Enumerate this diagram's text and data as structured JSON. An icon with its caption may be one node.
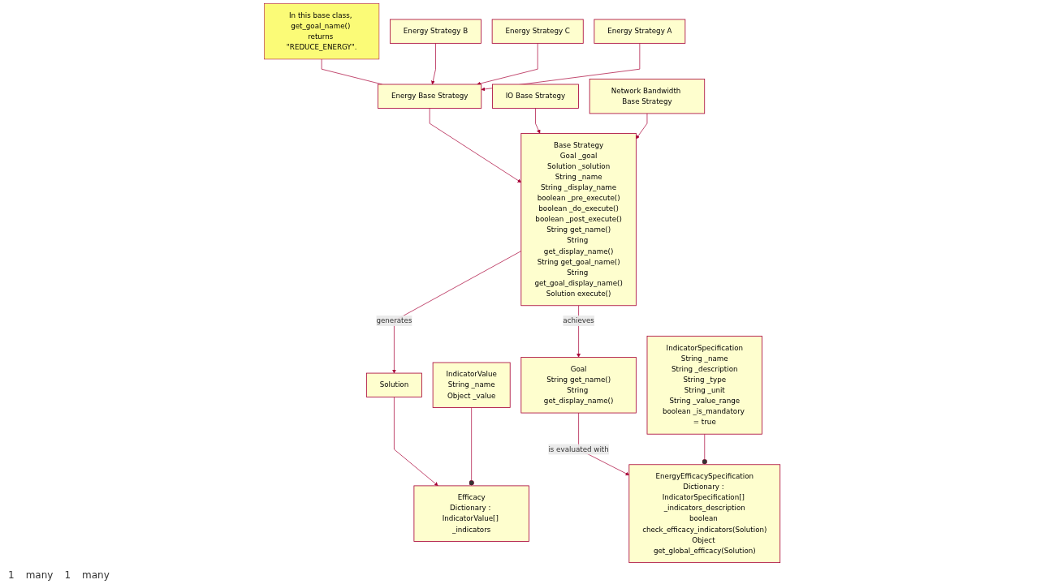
{
  "diagram": {
    "nodes": [
      {
        "text": [
          "In this base class, get_goal_name() returns \"REDUCE_ENERGY\"."
        ]
      },
      {
        "text": [
          "Base Strategy",
          "Goal _goal",
          "Solution _solution",
          "String _name",
          "String _display_name",
          "boolean _pre_execute()",
          "boolean _do_execute()",
          "boolean _post_execute()",
          "String get_name()",
          "String get_display_name()",
          "String get_goal_name()",
          "String get_goal_display_name()",
          "Solution execute()"
        ]
      },
      {
        "text": [
          "Energy Base Strategy"
        ]
      },
      {
        "text": [
          "IO Base Strategy"
        ]
      },
      {
        "text": [
          "Network Bandwidth Base Strategy"
        ]
      },
      {
        "text": [
          "Solution"
        ]
      },
      {
        "text": [
          "Goal",
          "String get_name()",
          "String get_display_name()"
        ]
      },
      {
        "text": [
          "Energy Strategy B"
        ]
      },
      {
        "text": [
          "Energy Strategy C"
        ]
      },
      {
        "text": [
          "Energy Strategy A"
        ]
      },
      {
        "text": [
          "Efficacy",
          "Dictionary : IndicatorValue[] _indicators"
        ]
      },
      {
        "text": [
          "EnergyEfficacySpecification",
          "Dictionary : IndicatorSpecification[] _indicators_description",
          "boolean check_efficacy_indicators(Solution)",
          "Object get_global_efficacy(Solution)"
        ]
      },
      {
        "text": [
          "IndicatorValue",
          "String _name",
          "Object _value"
        ]
      },
      {
        "text": [
          "IndicatorSpecification",
          "String _name",
          "String _description",
          "String _type",
          "String _unit",
          "String _value_range",
          "boolean _is_mandatory = true"
        ]
      }
    ],
    "edges": [
      {
        "from": 0,
        "to": 2,
        "arrow": "none"
      },
      {
        "from": 2,
        "to": 1,
        "arrow": "to"
      },
      {
        "from": 3,
        "to": 1,
        "arrow": "to"
      },
      {
        "from": 4,
        "to": 1,
        "arrow": "to"
      },
      {
        "from": 1,
        "to": 5,
        "arrow": "to",
        "label": "generates"
      },
      {
        "from": 1,
        "to": 6,
        "arrow": "to",
        "label": "achieves"
      },
      {
        "from": 7,
        "to": 2,
        "arrow": "to"
      },
      {
        "from": 8,
        "to": 2,
        "arrow": "to"
      },
      {
        "from": 9,
        "to": 2,
        "arrow": "to"
      },
      {
        "from": 5,
        "to": 10,
        "arrow": "to"
      },
      {
        "from": 6,
        "to": 11,
        "arrow": "to",
        "label": "is evaluated with"
      },
      {
        "from": 10,
        "to": 12,
        "arrow": "other"
      },
      {
        "from": 11,
        "to": 13,
        "arrow": "other"
      }
    ],
    "labels": [
      "1",
      "many",
      "1",
      "many"
    ]
  }
}
